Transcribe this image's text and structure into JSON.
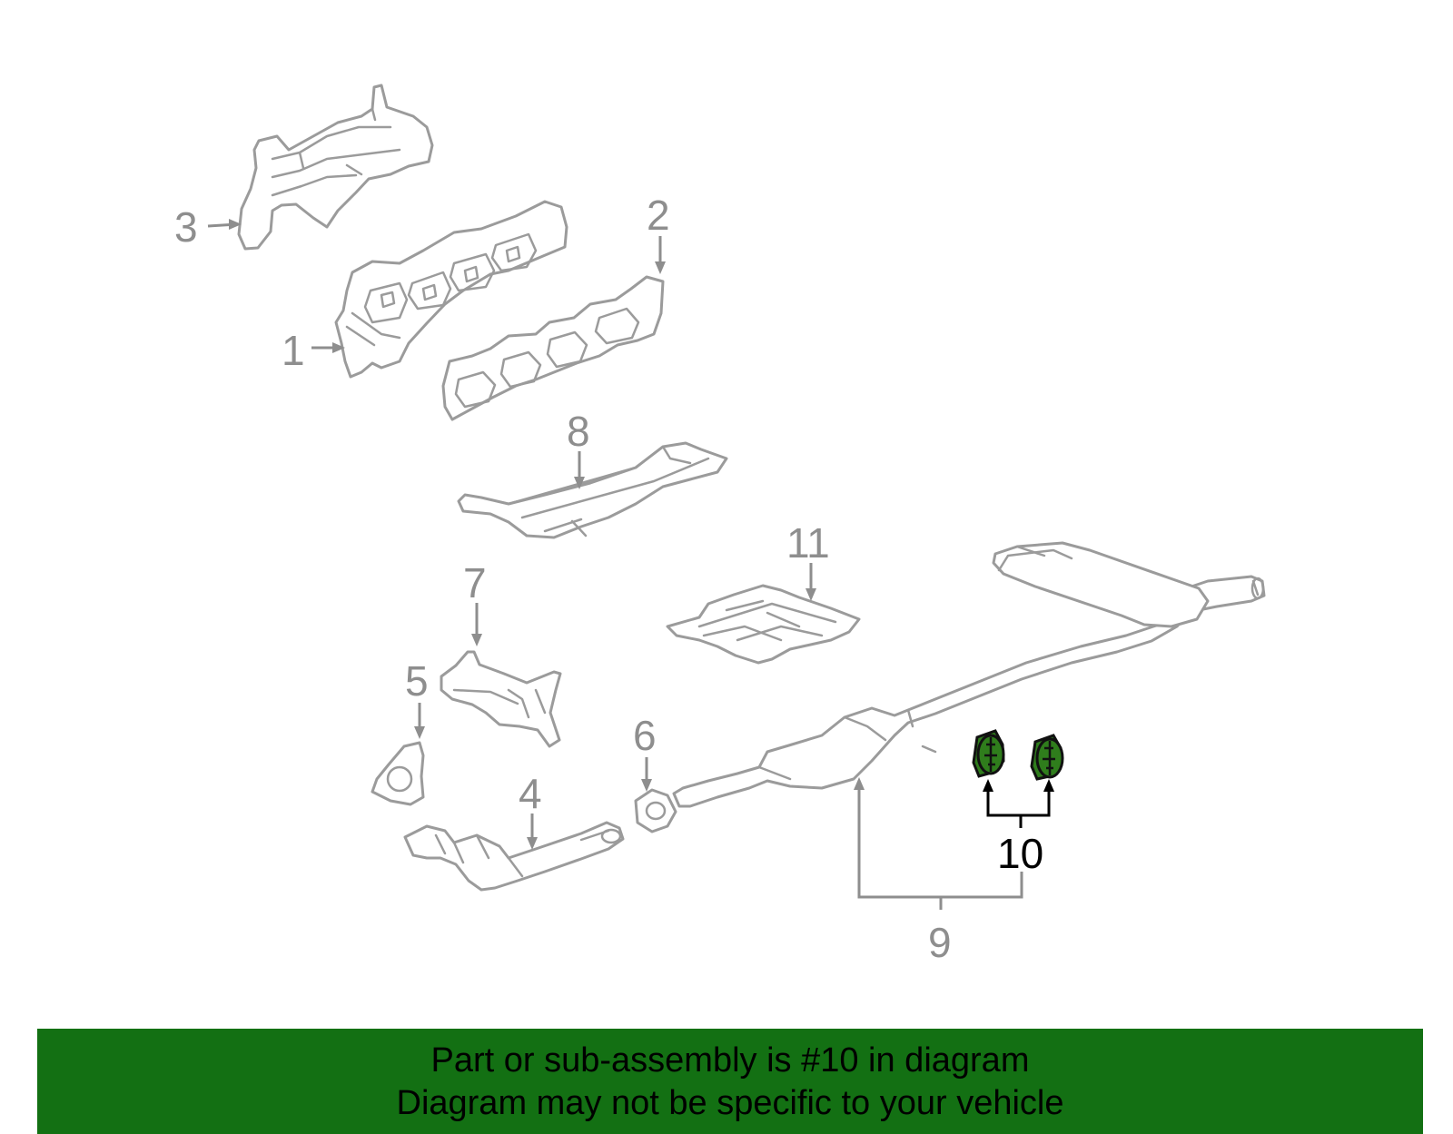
{
  "banner": {
    "line1": "Part or sub-assembly is #10 in diagram",
    "line2": "Diagram may not be specific to your vehicle",
    "background": "#137013"
  },
  "colors": {
    "part_outline": "#9b9b9b",
    "callout_text": "#8e8e8e",
    "highlight_fill": "#2f7d1c",
    "highlight_callout": "#000000"
  },
  "callouts": {
    "c1": "1",
    "c2": "2",
    "c3": "3",
    "c4": "4",
    "c5": "5",
    "c6": "6",
    "c7": "7",
    "c8": "8",
    "c9": "9",
    "c10": "10",
    "c11": "11"
  },
  "highlighted_part": "10"
}
